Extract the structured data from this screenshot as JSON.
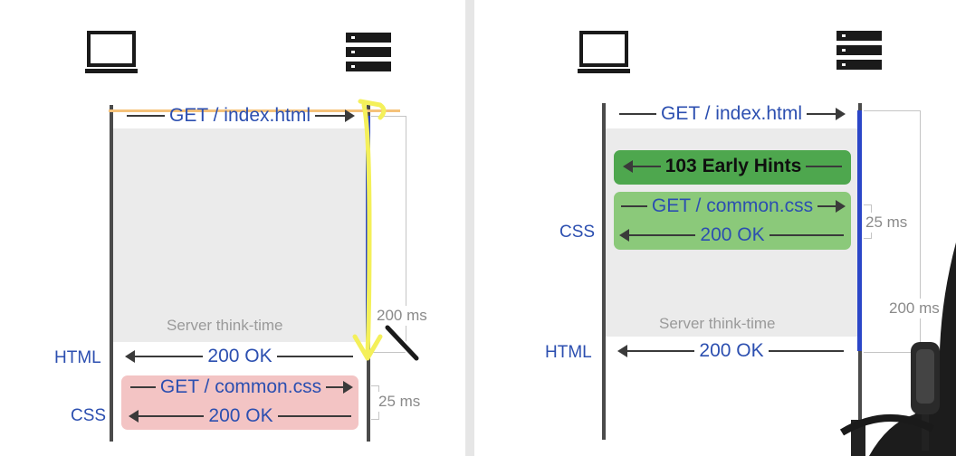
{
  "left": {
    "request_index": "GET / index.html",
    "think_time": "Server think-time",
    "response_html": "200 OK",
    "label_html": "HTML",
    "label_css": "CSS",
    "request_css": "GET / common.css",
    "response_css": "200 OK",
    "timing_long": "200 ms",
    "timing_short": "25 ms"
  },
  "right": {
    "request_index": "GET / index.html",
    "early_hints": "103 Early Hints",
    "request_css": "GET / common.css",
    "response_css": "200 OK",
    "label_css": "CSS",
    "think_time": "Server think-time",
    "label_html": "HTML",
    "response_html": "200 OK",
    "timing_short": "25 ms",
    "timing_long": "200 ms"
  },
  "icons": {
    "client": "laptop-icon",
    "server": "server-stack-icon"
  },
  "colors": {
    "text_blue": "#2c4fb0",
    "server_line_blue": "#2b46c8",
    "think_gray": "#ebebeb",
    "css_box_pink": "#f3c4c4",
    "early_hints_green": "#4ea74e",
    "css_box_green": "#8bc97a",
    "annotation_yellow": "#f4f05a",
    "annotation_orange": "#f5c27a"
  }
}
